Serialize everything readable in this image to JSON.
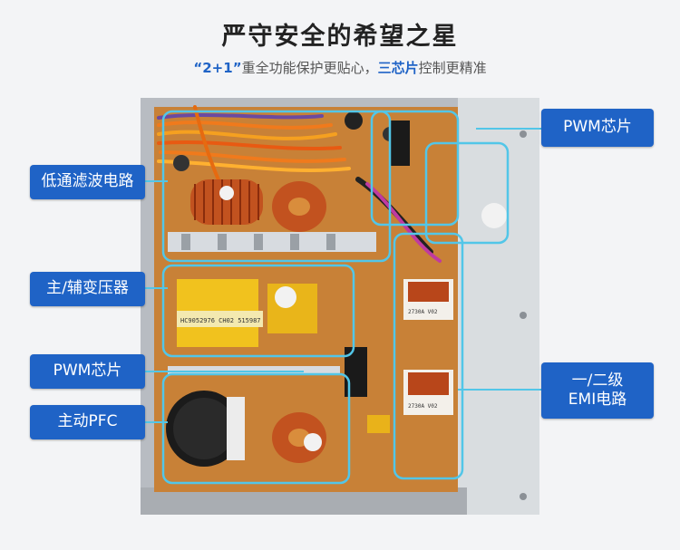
{
  "header": {
    "title": "严守安全的希望之星",
    "subtitle_part1": "“2+1”",
    "subtitle_part2": "重全功能保护更贴心，",
    "subtitle_part3": "三芯片",
    "subtitle_part4": "控制更精准"
  },
  "callouts": {
    "low_pass_filter": "低通滤波电路",
    "main_aux_transformer": "主/辅变压器",
    "pwm_chip_left": "PWM芯片",
    "active_pfc": "主动PFC",
    "pwm_chip_right": "PWM芯片",
    "emi_line1": "一/二级",
    "emi_line2": "EMI电路"
  },
  "board_text": {
    "sticker": "HC9052976  CH02  515987",
    "coil_upper": "2730A V02",
    "coil_lower": "2730A V02"
  },
  "colors": {
    "accent": "#1f63c6",
    "pcb": "#d98d3c",
    "highlight_line": "#52c6e8"
  }
}
